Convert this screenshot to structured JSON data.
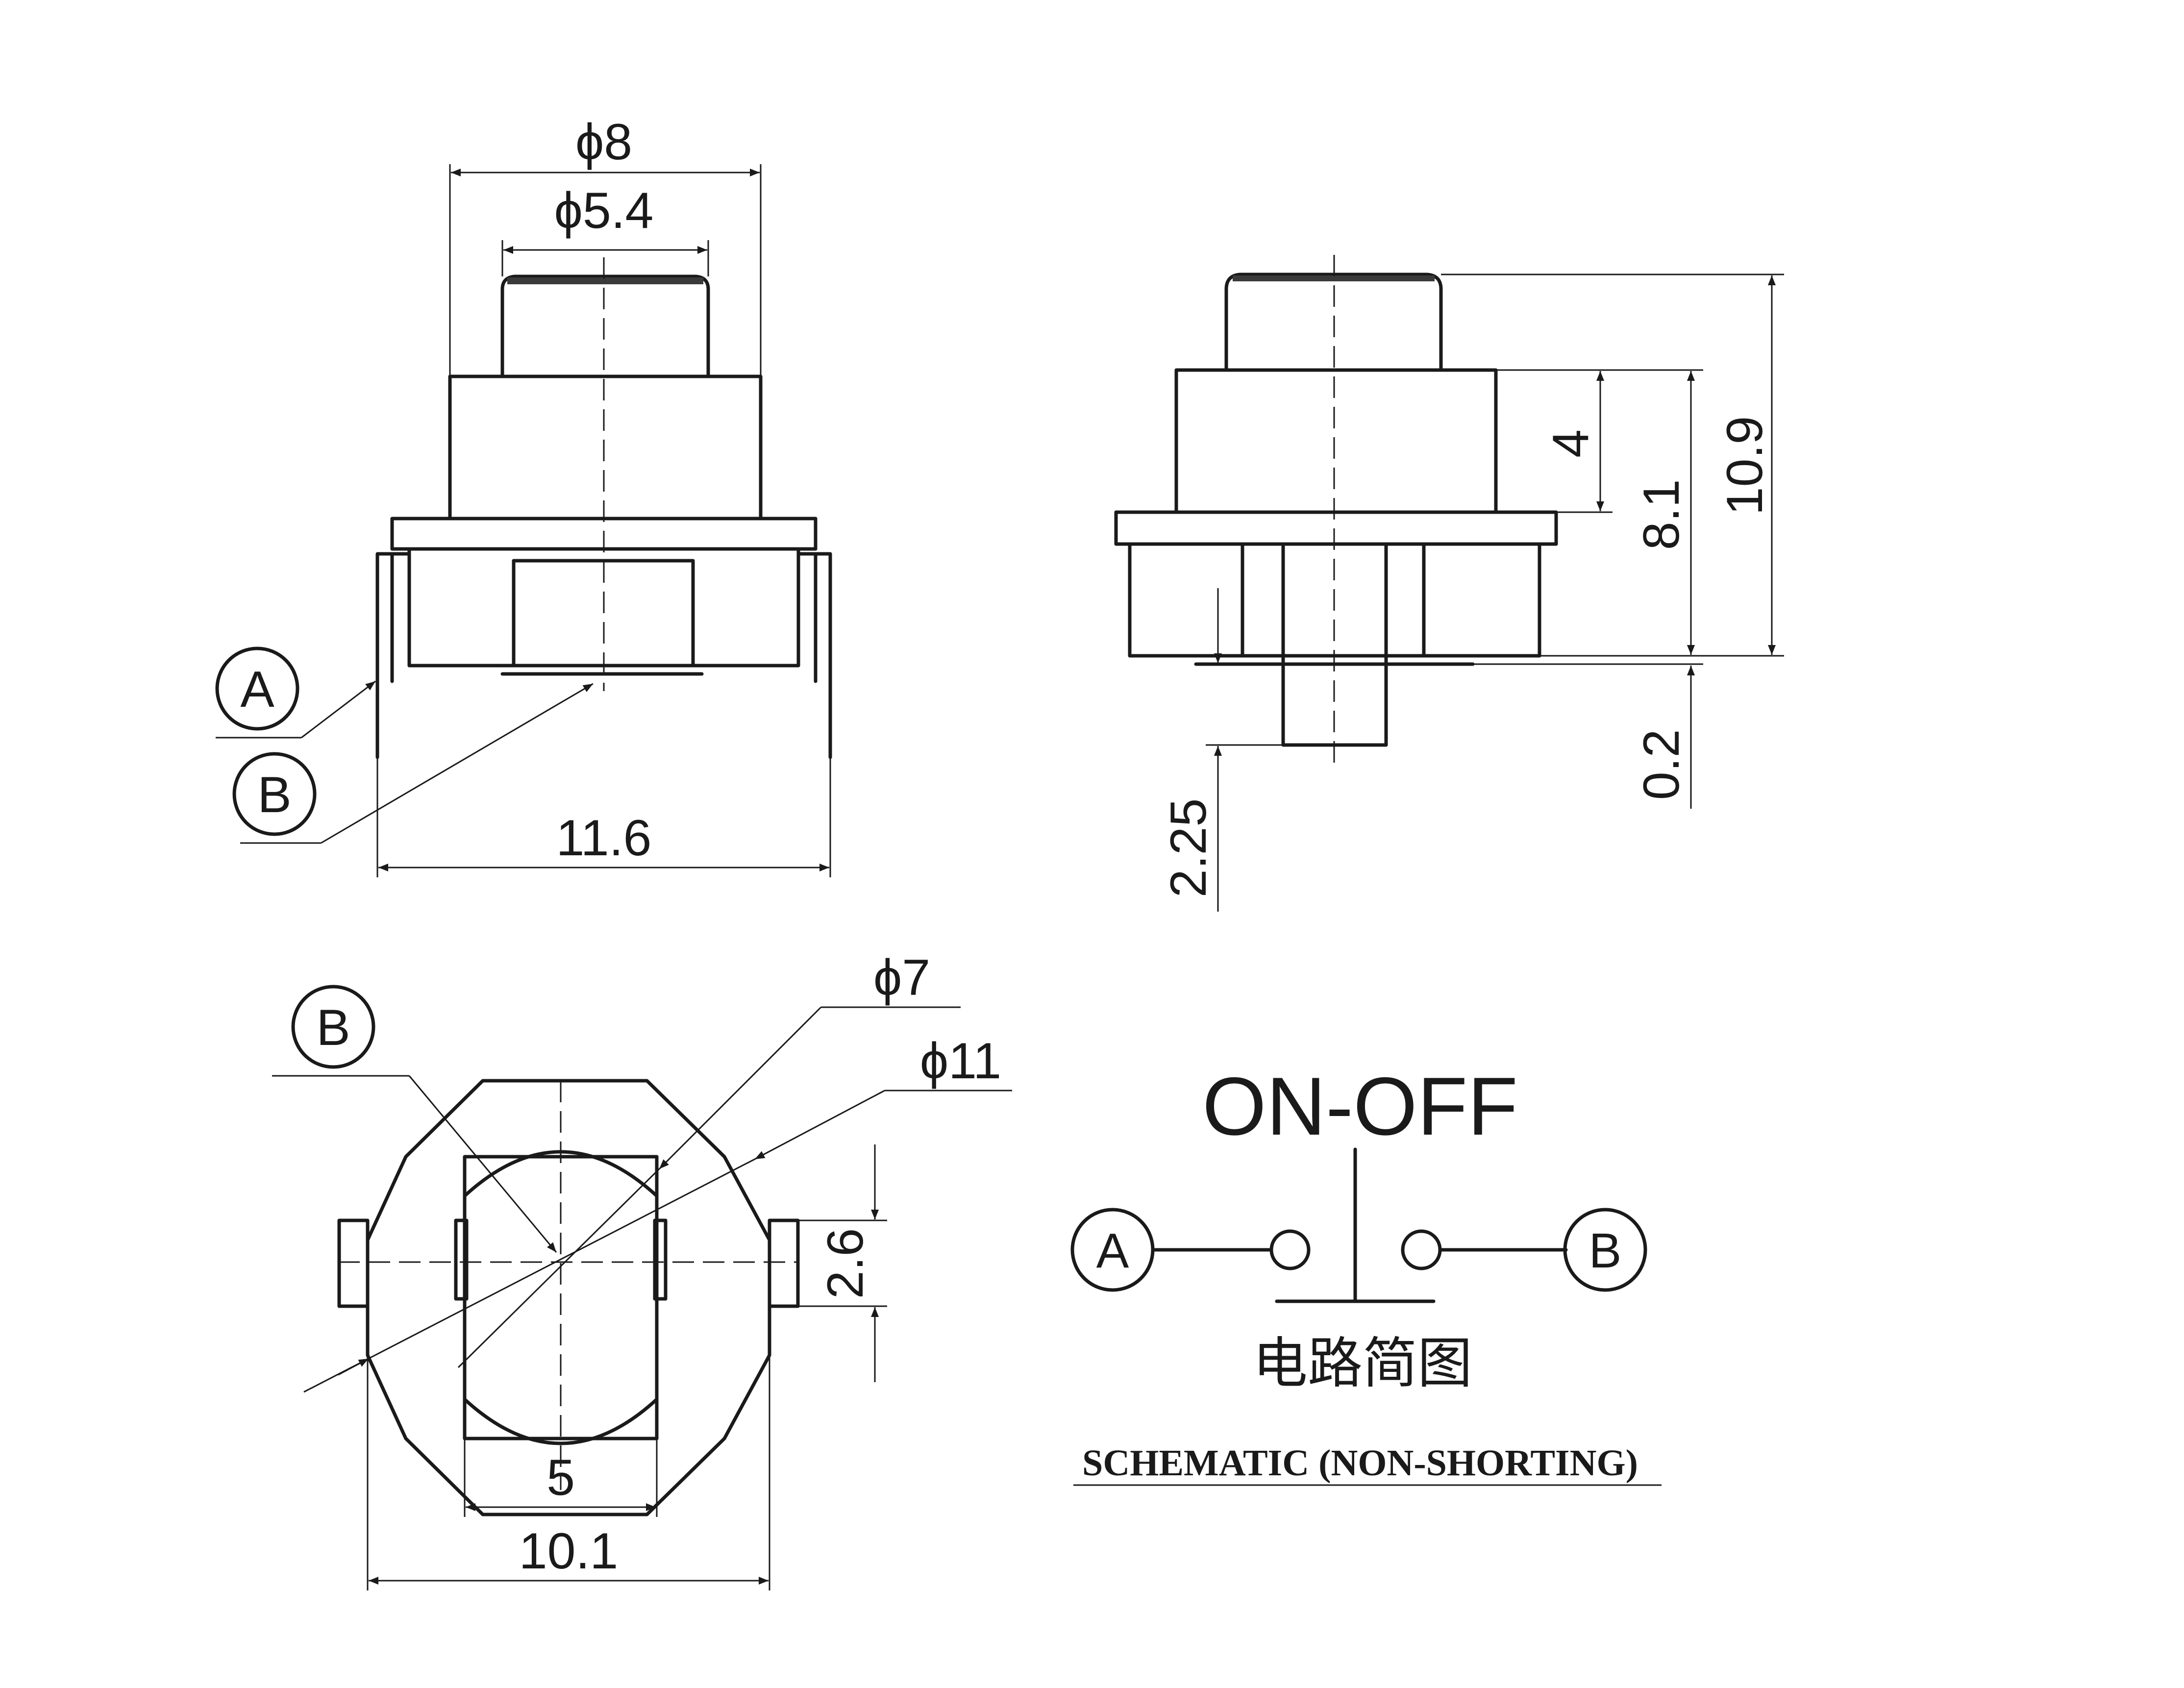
{
  "front_view": {
    "dim_outer_diameter": "ϕ8",
    "dim_cap_diameter": "ϕ5.4",
    "dim_pin_span": "11.6",
    "terminal_a": "A",
    "terminal_b": "B"
  },
  "side_view": {
    "dim_total_height": "10.9",
    "dim_body_to_base": "8.1",
    "dim_collar_height": "4",
    "dim_base_offset": "0.2",
    "dim_plunger_drop": "2.25"
  },
  "bottom_view": {
    "terminal_b": "B",
    "dim_inner_diameter": "ϕ7",
    "dim_outer_diameter": "ϕ11",
    "dim_tab_height": "2.6",
    "dim_inner_width": "5",
    "dim_outer_width": "10.1"
  },
  "schematic": {
    "title": "ON-OFF",
    "terminal_a": "A",
    "terminal_b": "B",
    "caption_cn": "电路简图",
    "caption_en": "SCHEMATIC (NON-SHORTING)"
  }
}
